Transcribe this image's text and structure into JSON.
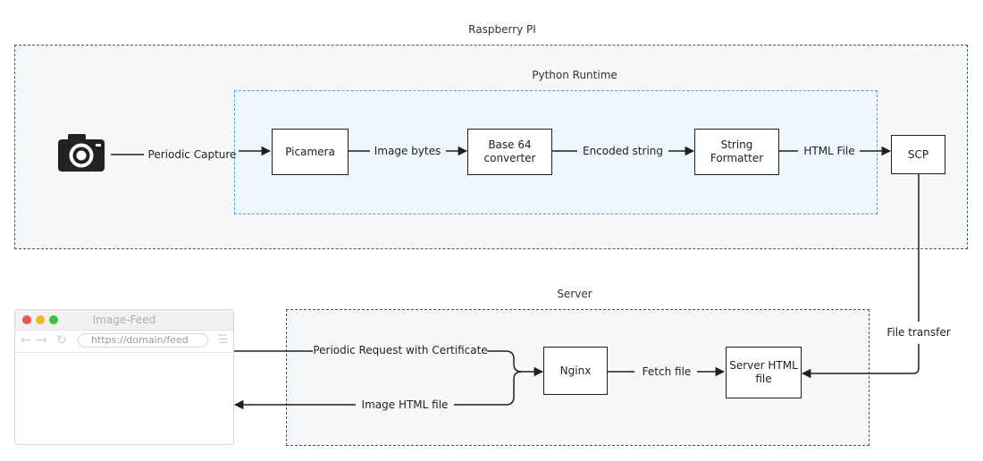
{
  "groups": {
    "raspberry": {
      "label": "Raspberry PI"
    },
    "python": {
      "label": "Python Runtime"
    },
    "server": {
      "label": "Server"
    }
  },
  "nodes": {
    "picamera": "Picamera",
    "base64": "Base 64\nconverter",
    "formatter": "String\nFormatter",
    "scp": "SCP",
    "nginx": "Nginx",
    "server_html": "Server HTML\nfile"
  },
  "edges": {
    "periodic_capture": "Periodic Capture",
    "image_bytes": "Image bytes",
    "encoded_string": "Encoded string",
    "html_file": "HTML File",
    "file_transfer": "File transfer",
    "periodic_request": "Periodic Request with Certificate",
    "image_html_file": "Image HTML file",
    "fetch_file": "Fetch file"
  },
  "browser": {
    "title": "Image-Feed",
    "url": "https://domain/feed"
  },
  "icons": {
    "camera": "camera-icon"
  }
}
